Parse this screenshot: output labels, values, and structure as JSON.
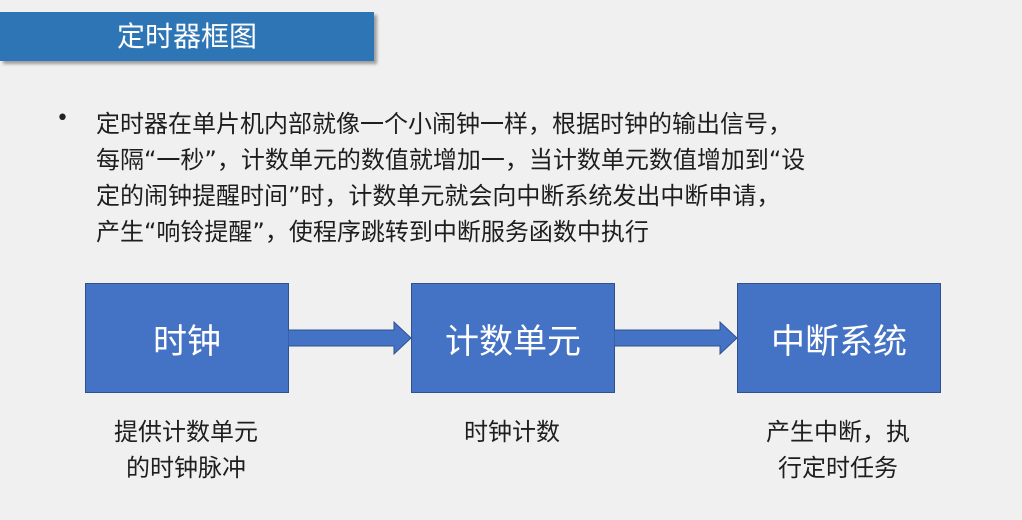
{
  "title": "定时器框图",
  "body": {
    "bullet": "•",
    "lines": [
      "定时器在单片机内部就像一个小闹钟一样，根据时钟的输出信号，",
      "每隔“一秒”，计数单元的数值就增加一，当计数单元数值增加到“设",
      "定的闹钟提醒时间”时，计数单元就会向中断系统发出中断申请，",
      "产生“响铃提醒”，使程序跳转到中断服务函数中执行"
    ]
  },
  "diagram": {
    "boxes": [
      {
        "label": "时钟"
      },
      {
        "label": "计数单元"
      },
      {
        "label": "中断系统"
      }
    ],
    "captions": [
      {
        "lines": [
          "提供计数单元",
          "的时钟脉冲"
        ]
      },
      {
        "lines": [
          "时钟计数"
        ]
      },
      {
        "lines": [
          "产生中断，执",
          "行定时任务"
        ]
      }
    ]
  },
  "colors": {
    "banner": "#2e75b6",
    "box": "#4472c4",
    "border": "#2f528f"
  }
}
